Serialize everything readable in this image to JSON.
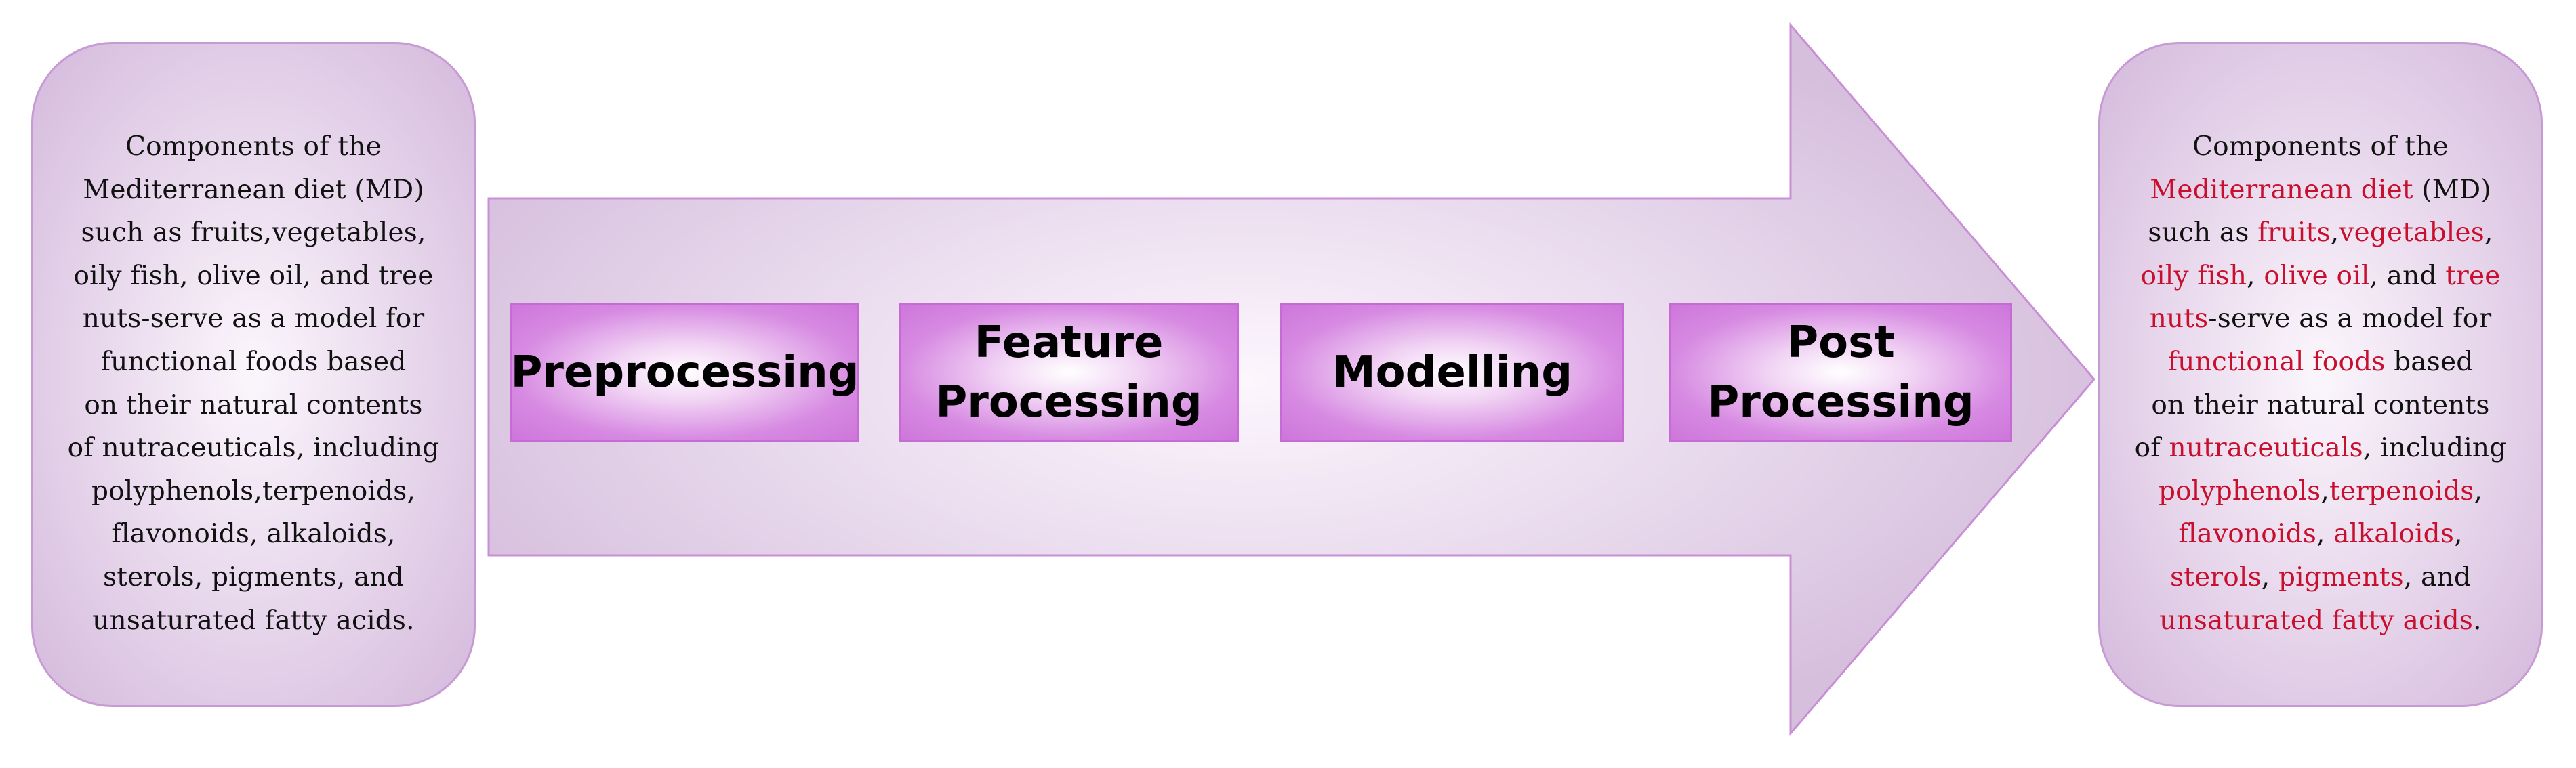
{
  "left_panel": {
    "lines": [
      [
        {
          "t": "Components of the"
        }
      ],
      [
        {
          "t": "Mediterranean diet (MD)"
        }
      ],
      [
        {
          "t": "such as fruits,vegetables,"
        }
      ],
      [
        {
          "t": "oily fish, olive oil, and tree"
        }
      ],
      [
        {
          "t": "nuts-serve as a model for"
        }
      ],
      [
        {
          "t": "functional foods based"
        }
      ],
      [
        {
          "t": "on their natural contents"
        }
      ],
      [
        {
          "t": "of nutraceuticals, including"
        }
      ],
      [
        {
          "t": "polyphenols,terpenoids,"
        }
      ],
      [
        {
          "t": "flavonoids, alkaloids,"
        }
      ],
      [
        {
          "t": "sterols, pigments, and"
        }
      ],
      [
        {
          "t": "unsaturated fatty acids."
        }
      ]
    ]
  },
  "right_panel": {
    "highlight_color": "#c8102e",
    "lines": [
      [
        {
          "t": "Components of the"
        }
      ],
      [
        {
          "t": "Mediterranean diet",
          "hl": true
        },
        {
          "t": " (MD)"
        }
      ],
      [
        {
          "t": "such as "
        },
        {
          "t": "fruits",
          "hl": true
        },
        {
          "t": ","
        },
        {
          "t": "vegetables",
          "hl": true
        },
        {
          "t": ","
        }
      ],
      [
        {
          "t": "oily fish",
          "hl": true
        },
        {
          "t": ", "
        },
        {
          "t": "olive oil",
          "hl": true
        },
        {
          "t": ", and "
        },
        {
          "t": "tree",
          "hl": true
        }
      ],
      [
        {
          "t": "nuts",
          "hl": true
        },
        {
          "t": "-serve as a model for"
        }
      ],
      [
        {
          "t": "functional foods",
          "hl": true
        },
        {
          "t": " based"
        }
      ],
      [
        {
          "t": "on their natural contents"
        }
      ],
      [
        {
          "t": "of "
        },
        {
          "t": "nutraceuticals",
          "hl": true
        },
        {
          "t": ", including"
        }
      ],
      [
        {
          "t": "polyphenols",
          "hl": true
        },
        {
          "t": ","
        },
        {
          "t": "terpenoids",
          "hl": true
        },
        {
          "t": ","
        }
      ],
      [
        {
          "t": "flavonoids",
          "hl": true
        },
        {
          "t": ", "
        },
        {
          "t": "alkaloids",
          "hl": true
        },
        {
          "t": ","
        }
      ],
      [
        {
          "t": "sterols",
          "hl": true
        },
        {
          "t": ", "
        },
        {
          "t": "pigments",
          "hl": true
        },
        {
          "t": ", and"
        }
      ],
      [
        {
          "t": "unsaturated fatty acids",
          "hl": true
        },
        {
          "t": "."
        }
      ]
    ]
  },
  "pipeline": {
    "steps": [
      {
        "label": "Preprocessing"
      },
      {
        "label": "Feature\nProcessing"
      },
      {
        "label": "Modelling"
      },
      {
        "label": "Post\nProcessing"
      }
    ]
  },
  "colors": {
    "arrow_fill_center": "#fcf6fd",
    "arrow_fill_edge": "#d6bfdd",
    "arrow_stroke": "#c98fd6",
    "step_fill": "#cd76db",
    "step_border": "#c66ad6",
    "panel_border": "#c89ad4"
  }
}
